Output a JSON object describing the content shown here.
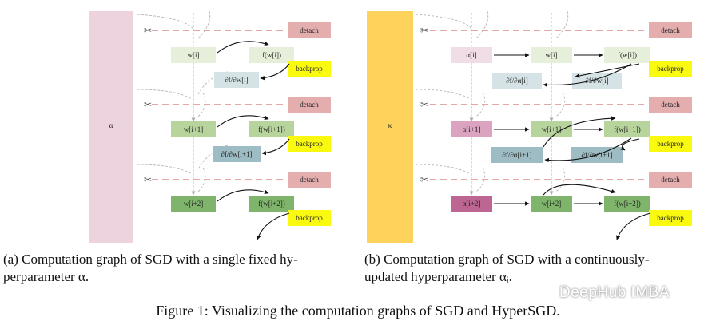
{
  "panel_a": {
    "param_label": "α",
    "detach_label": "detach",
    "backprop_label": "backprop",
    "rows": [
      {
        "w": "w[i]",
        "f": "f(w[i])",
        "grad": "∂f/∂w[i]"
      },
      {
        "w": "w[i+1]",
        "f": "f(w[i+1])",
        "grad": "∂f/∂w[i+1]"
      },
      {
        "w": "w[i+2]",
        "f": "f(w[i+2])",
        "grad": ""
      }
    ],
    "caption_line1": "(a) Computation graph of SGD with a single fixed hy-",
    "caption_line2": "perparameter α."
  },
  "panel_b": {
    "param_label": "κ",
    "detach_label": "detach",
    "backprop_label": "backprop",
    "rows": [
      {
        "a": "α[i]",
        "w": "w[i]",
        "f": "f(w[i])",
        "grad_a": "∂f/∂α[i]",
        "grad_w": "∂f/∂w[i]"
      },
      {
        "a": "α[i+1]",
        "w": "w[i+1]",
        "f": "f(w[i+1])",
        "grad_a": "∂f/∂α[i+1]",
        "grad_w": "∂f/∂w[i+1]"
      },
      {
        "a": "α[i+2]",
        "w": "w[i+2]",
        "f": "f(w[i+2])",
        "grad_a": "",
        "grad_w": ""
      }
    ],
    "caption_line1": "(b) Computation graph of SGD with a continuously-",
    "caption_line2": "updated hyperparameter αᵢ."
  },
  "figure_caption": "Figure 1: Visualizing the computation graphs of SGD and HyperSGD.",
  "watermark": "DeepHub IMBA",
  "colors": {
    "alpha_bar": "#ecd3dd",
    "kappa_bar": "#fdd35b",
    "detach_box": "#e4aeae",
    "detach_line": "#d98a8a",
    "backprop_box": "#fafa10",
    "w_row0": "#e6efd9",
    "w_row1": "#b8d49d",
    "w_row2": "#7fb56b",
    "grad_row0": "#d5e3e6",
    "grad_row1": "#9dbcc4",
    "a_row0": "#f1dde6",
    "a_row1": "#dba3bf",
    "a_row2": "#bd6693"
  }
}
